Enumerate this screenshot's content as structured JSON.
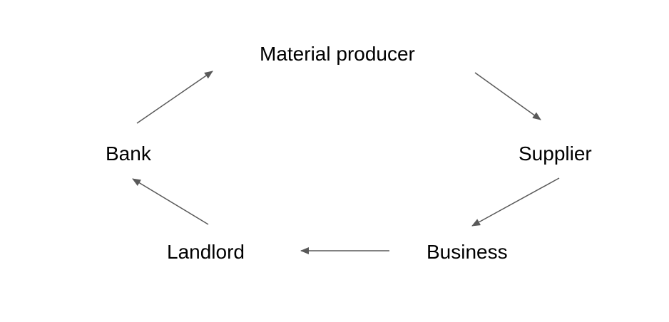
{
  "nodes": {
    "material_producer": "Material producer",
    "supplier": "Supplier",
    "business": "Business",
    "landlord": "Landlord",
    "bank": "Bank"
  },
  "edges": [
    {
      "from": "Material producer",
      "to": "Supplier"
    },
    {
      "from": "Supplier",
      "to": "Business"
    },
    {
      "from": "Business",
      "to": "Landlord"
    },
    {
      "from": "Landlord",
      "to": "Bank"
    },
    {
      "from": "Bank",
      "to": "Material producer"
    }
  ],
  "colors": {
    "text": "#000000",
    "arrow": "#595959",
    "background": "#ffffff"
  }
}
